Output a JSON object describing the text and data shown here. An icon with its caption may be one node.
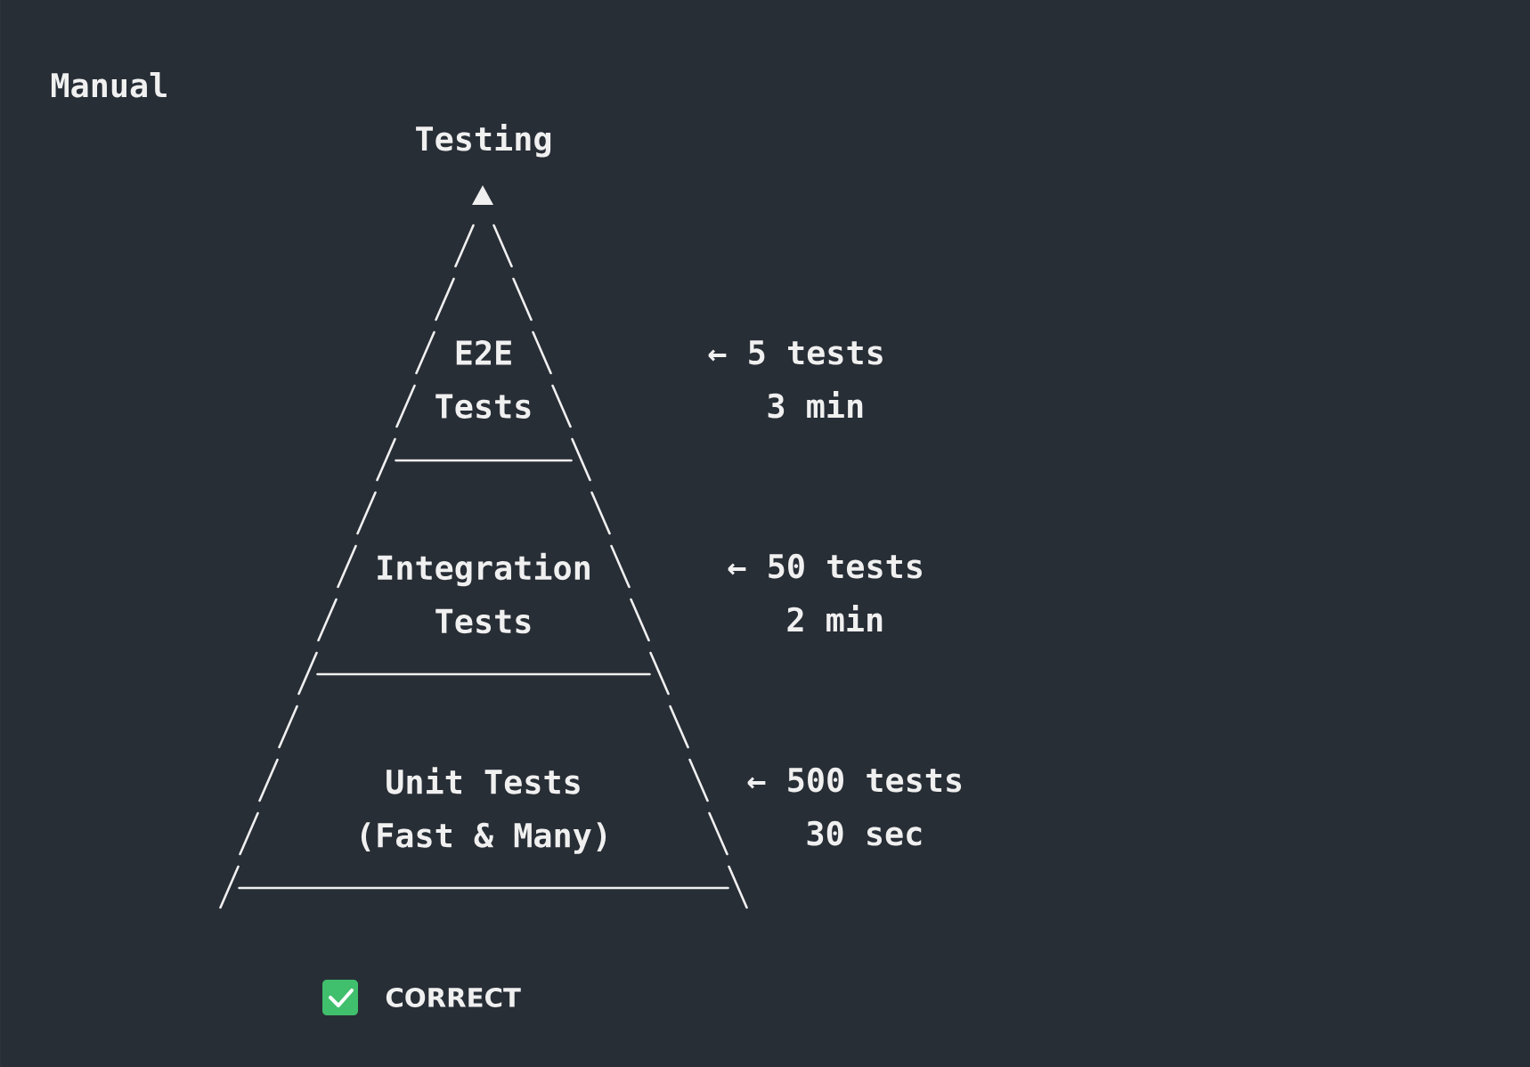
{
  "diagram": {
    "nodes": [
      {
        "text": [
          "E2E Tests"
        ],
        "beside": [
          "← 5 tests",
          "3 min"
        ]
      },
      {
        "text": [
          "Integration Tests"
        ],
        "beside": [
          "← 50 tests",
          "2 min"
        ]
      },
      {
        "text": [
          "Unit Tests (Fast & Many)"
        ],
        "beside": [
          "← 500 tests",
          "30 sec"
        ]
      }
    ],
    "labels": [
      "Manual",
      "Testing",
      "CORRECT"
    ]
  }
}
